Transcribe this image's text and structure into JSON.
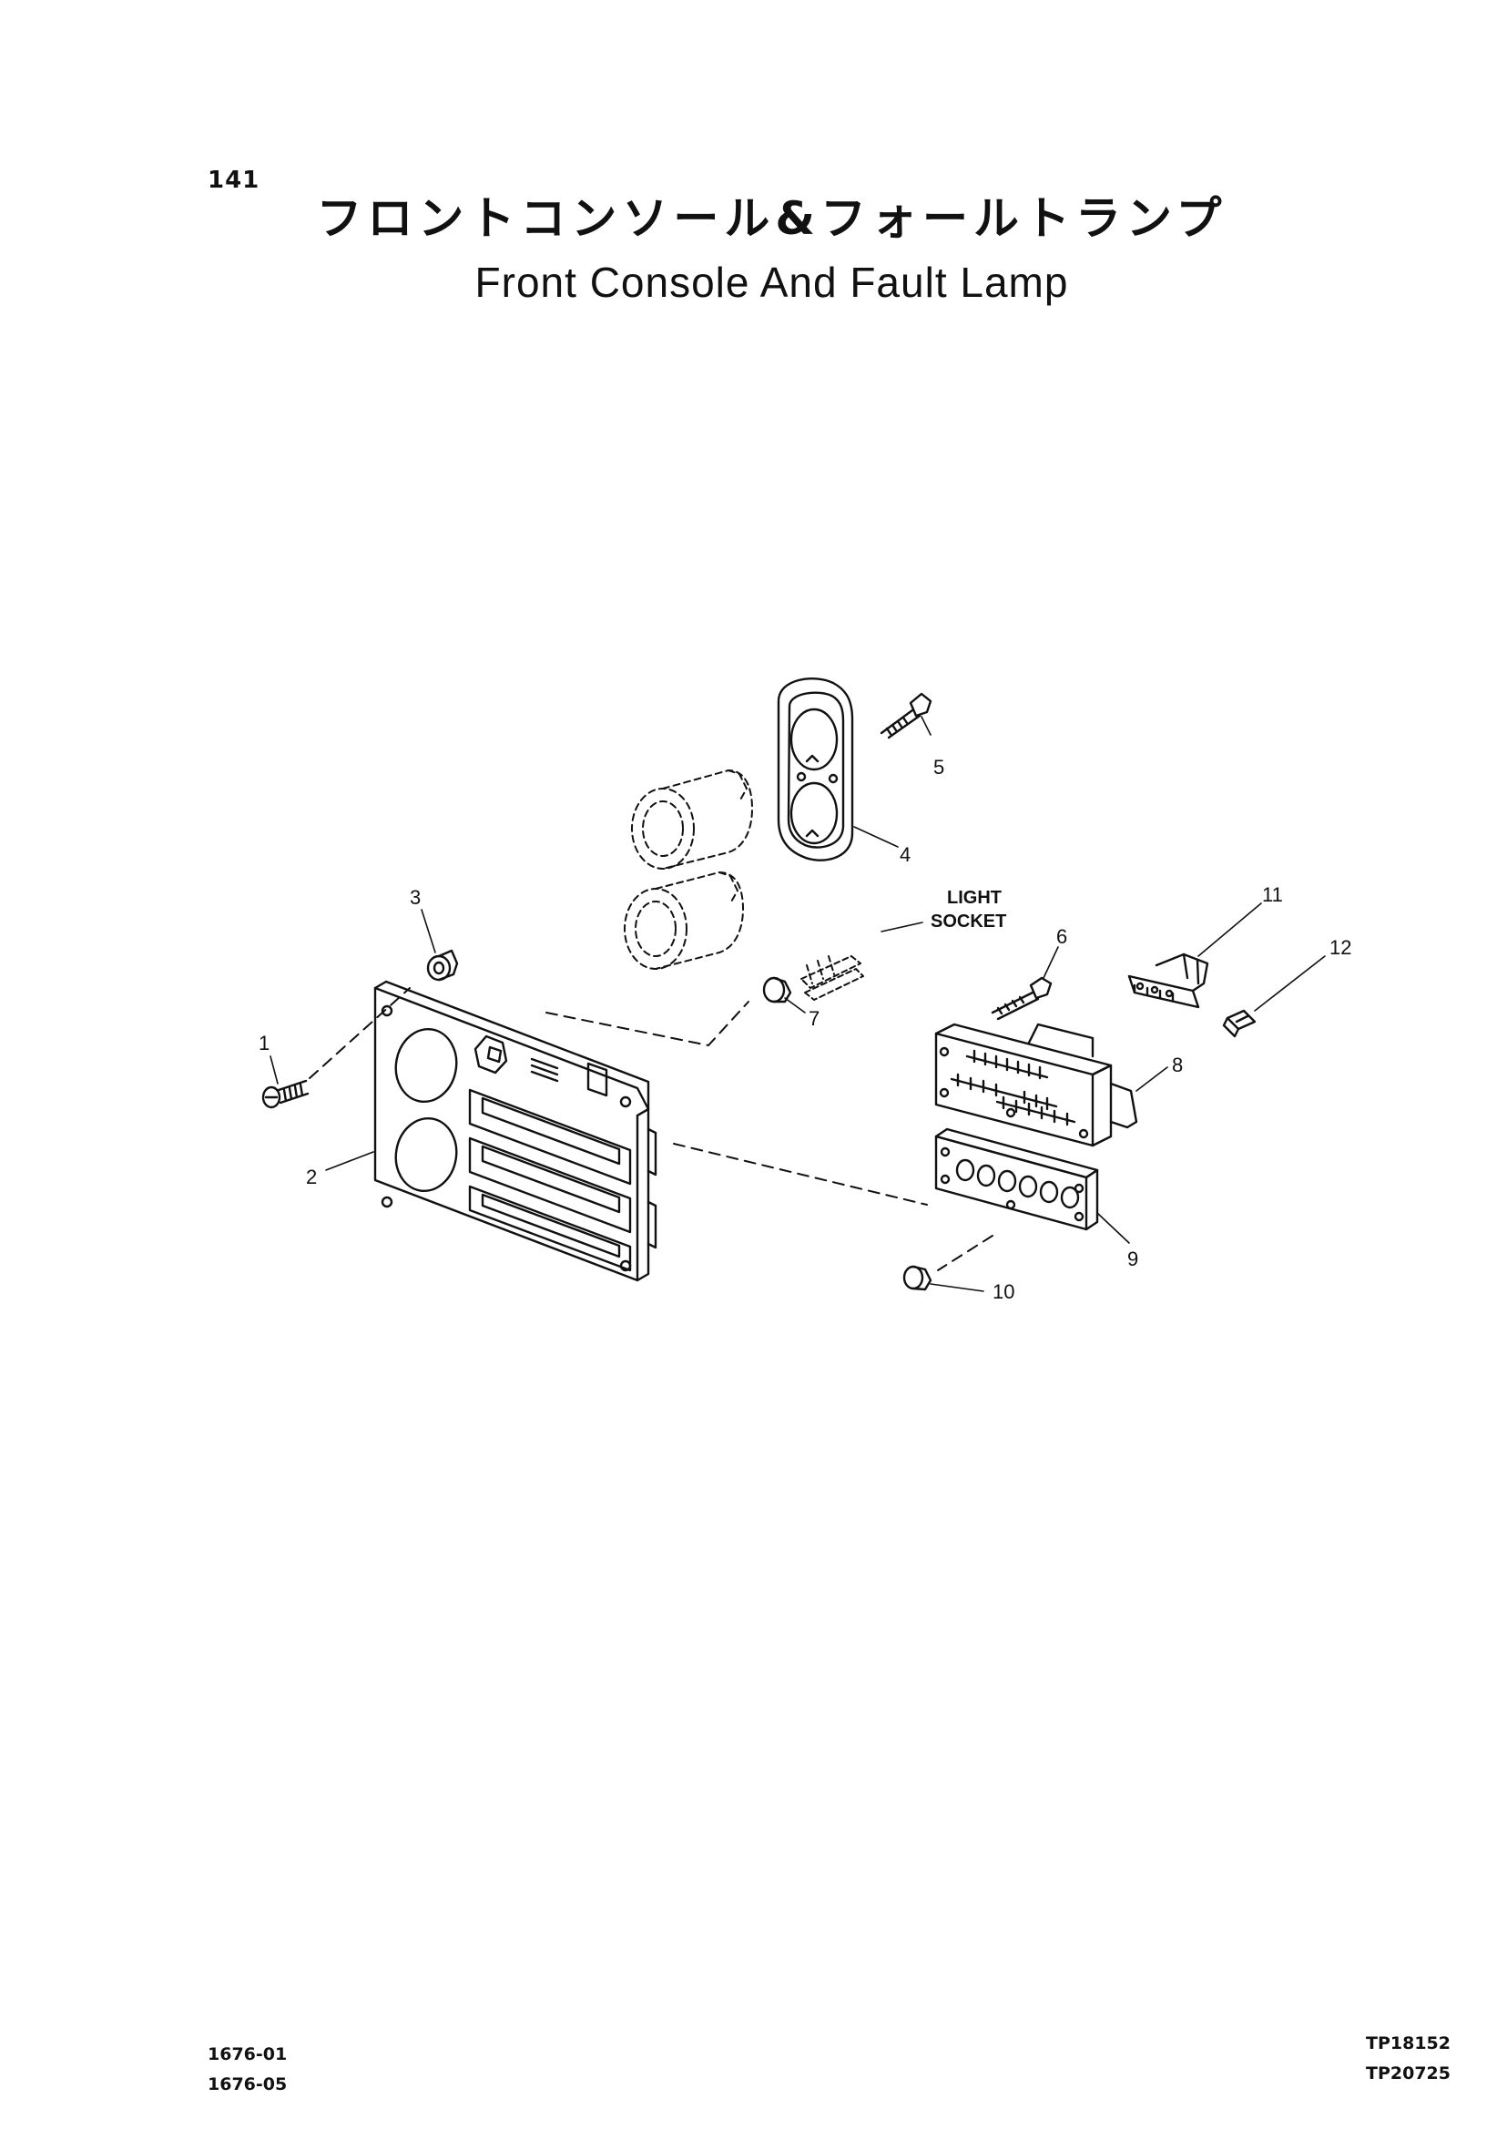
{
  "page": {
    "number": "141",
    "title_jp": "フロントコンソール&フォールトランプ",
    "title_en": "Front Console And Fault Lamp"
  },
  "diagram": {
    "callouts": [
      "1",
      "2",
      "3",
      "4",
      "5",
      "6",
      "7",
      "8",
      "9",
      "10",
      "11",
      "12"
    ],
    "light_socket_label": [
      "LIGHT",
      "SOCKET"
    ]
  },
  "footer": {
    "left_codes": [
      "1676-01",
      "1676-05"
    ],
    "right_codes": [
      "TP18152",
      "TP20725"
    ]
  }
}
